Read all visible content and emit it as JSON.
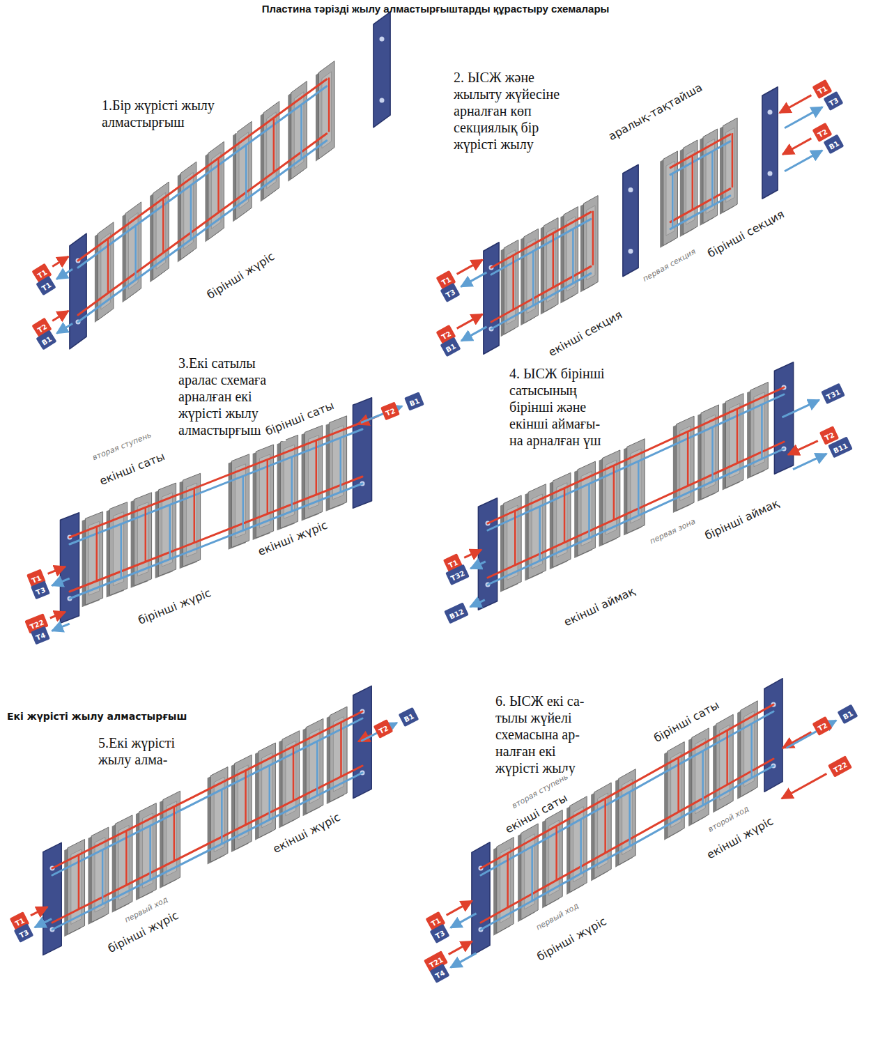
{
  "diagram": {
    "title": "Пластина тәрізді жылу алмастырғыштарды құрастыру схемалары",
    "nodes": [
      {
        "text": [
          "T1"
        ]
      },
      {
        "text": [
          "T1"
        ]
      },
      {
        "text": [
          "T2"
        ]
      },
      {
        "text": [
          "B1"
        ]
      },
      {
        "text": [
          "T1"
        ]
      },
      {
        "text": [
          "T3"
        ]
      },
      {
        "text": [
          "T2"
        ]
      },
      {
        "text": [
          "B1"
        ]
      },
      {
        "text": [
          "T1"
        ]
      },
      {
        "text": [
          "T3"
        ]
      },
      {
        "text": [
          "T2"
        ]
      },
      {
        "text": [
          "B1"
        ]
      },
      {
        "text": [
          "T2"
        ]
      },
      {
        "text": [
          "B1"
        ]
      },
      {
        "text": [
          "T1"
        ]
      },
      {
        "text": [
          "T3"
        ]
      },
      {
        "text": [
          "T22"
        ]
      },
      {
        "text": [
          "T4"
        ]
      },
      {
        "text": [
          "T31"
        ]
      },
      {
        "text": [
          "T2"
        ]
      },
      {
        "text": [
          "B11"
        ]
      },
      {
        "text": [
          "T1"
        ]
      },
      {
        "text": [
          "T32"
        ]
      },
      {
        "text": [
          "B12"
        ]
      },
      {
        "text": [
          "T2"
        ]
      },
      {
        "text": [
          "B1"
        ]
      },
      {
        "text": [
          "T1"
        ]
      },
      {
        "text": [
          "T3"
        ]
      },
      {
        "text": [
          "T2"
        ]
      },
      {
        "text": [
          "B1"
        ]
      },
      {
        "text": [
          "T22"
        ]
      },
      {
        "text": [
          "T1"
        ]
      },
      {
        "text": [
          "T3"
        ]
      },
      {
        "text": [
          "T21"
        ]
      },
      {
        "text": [
          "T4"
        ]
      }
    ],
    "labels": [
      "1.Бір жүрісті жылу алмастырғыш",
      "бірінші жүріс",
      "2. ЫСЖ және жылыту жүйесіне арналған көп секциялық бір жүрісті жылу",
      "аралық-тақтайша",
      "первая секция",
      "бірінші секция",
      "екінші секция",
      "3.Екі сатылы аралас схемаға арналған екі жүрісті жылу алмастырғыш",
      "бірінші саты",
      "вторая ступень",
      "екінші саты",
      "екінші жүріс",
      "бірінші жүріс",
      "4. ЫСЖ бірінші сатысының бірінші және екінші аймағы- на арналған үш",
      "первая зона",
      "бірінші аймақ",
      "екінші аймақ",
      "Екі жүрісті жылу алмастырғыш",
      "5.Екі жүрісті жылу алма-",
      "екінші жүріс",
      "первый ход",
      "бірінші жүріс",
      "6. ЫСЖ екі са- тылы жүйелі схемасына ар- налған екі жүрісті жылу",
      "бірінші саты",
      "вторая ступень",
      "екінші саты",
      "второй ход",
      "екінші жүріс",
      "первый ход",
      "бірінші жүріс"
    ]
  }
}
